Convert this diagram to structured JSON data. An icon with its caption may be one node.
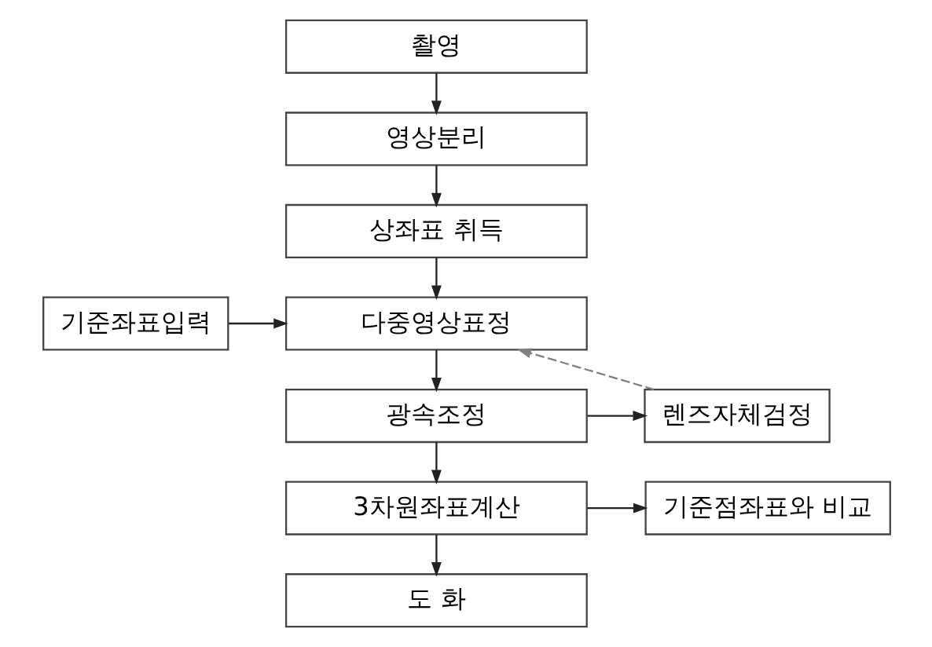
{
  "diagram": {
    "nodes": [
      {
        "text": [
          "촬영"
        ]
      },
      {
        "text": [
          "영상분리"
        ]
      },
      {
        "text": [
          "상좌표 취득"
        ]
      },
      {
        "text": [
          "기준좌표입력"
        ]
      },
      {
        "text": [
          "다중영상표정"
        ]
      },
      {
        "text": [
          "광속조정"
        ]
      },
      {
        "text": [
          "렌즈자체검정"
        ]
      },
      {
        "text": [
          "3차원좌표계산"
        ]
      },
      {
        "text": [
          "기준점좌표와 비교"
        ]
      },
      {
        "text": [
          "도 화"
        ]
      }
    ],
    "edges": [
      {
        "from": 0,
        "to": 1,
        "arrow": "to"
      },
      {
        "from": 1,
        "to": 2,
        "arrow": "to"
      },
      {
        "from": 2,
        "to": 4,
        "arrow": "to"
      },
      {
        "from": 3,
        "to": 4,
        "arrow": "to"
      },
      {
        "from": 4,
        "to": 5,
        "arrow": "to"
      },
      {
        "from": 5,
        "to": 6,
        "arrow": "to"
      },
      {
        "from": 6,
        "to": 4,
        "arrow": "to",
        "style": "dashed",
        "color": "#808080"
      },
      {
        "from": 5,
        "to": 7,
        "arrow": "to"
      },
      {
        "from": 7,
        "to": 8,
        "arrow": "to"
      },
      {
        "from": 7,
        "to": 9,
        "arrow": "to"
      }
    ]
  }
}
